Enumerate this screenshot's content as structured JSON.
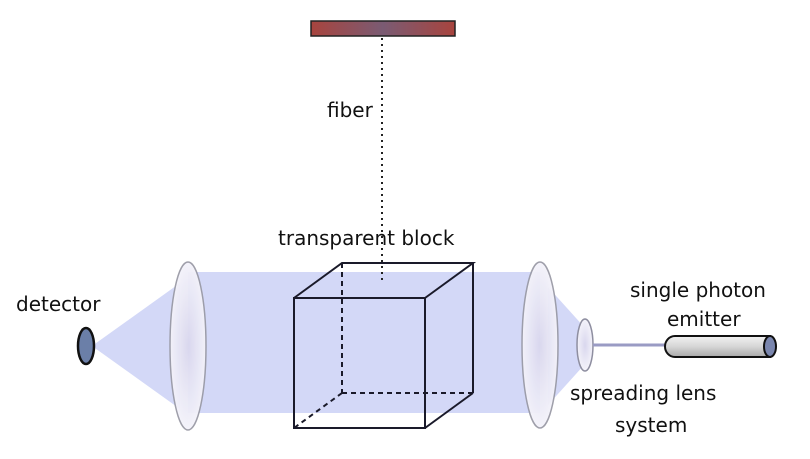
{
  "diagram": {
    "title": "Single photon through transparent block setup",
    "labels": {
      "fiber": "fiber",
      "block": "transparent block",
      "detector": "detector",
      "emitter_line1": "single photon",
      "emitter_line2": "emitter",
      "lens_line1": "spreading lens",
      "lens_line2": "system"
    },
    "colors": {
      "beam": "#d3d8f7",
      "fiber_bar": "#a8443e",
      "fiber_bar_center": "#7a5b73",
      "detector": "#6b7fa8",
      "lens_fill": "#eceaf6",
      "lens_stroke": "#9a9aa6",
      "emitter_body": "#d0d0d0",
      "emitter_cap": "#7a86ae",
      "line": "#111111"
    },
    "components": [
      {
        "id": "fiber-source",
        "name": "fiber"
      },
      {
        "id": "detector",
        "name": "detector"
      },
      {
        "id": "collecting-lens",
        "name": "lens"
      },
      {
        "id": "transparent-block",
        "name": "transparent block"
      },
      {
        "id": "collimating-lens",
        "name": "lens"
      },
      {
        "id": "spreading-lens",
        "name": "spreading lens system"
      },
      {
        "id": "emitter",
        "name": "single photon emitter"
      }
    ]
  }
}
